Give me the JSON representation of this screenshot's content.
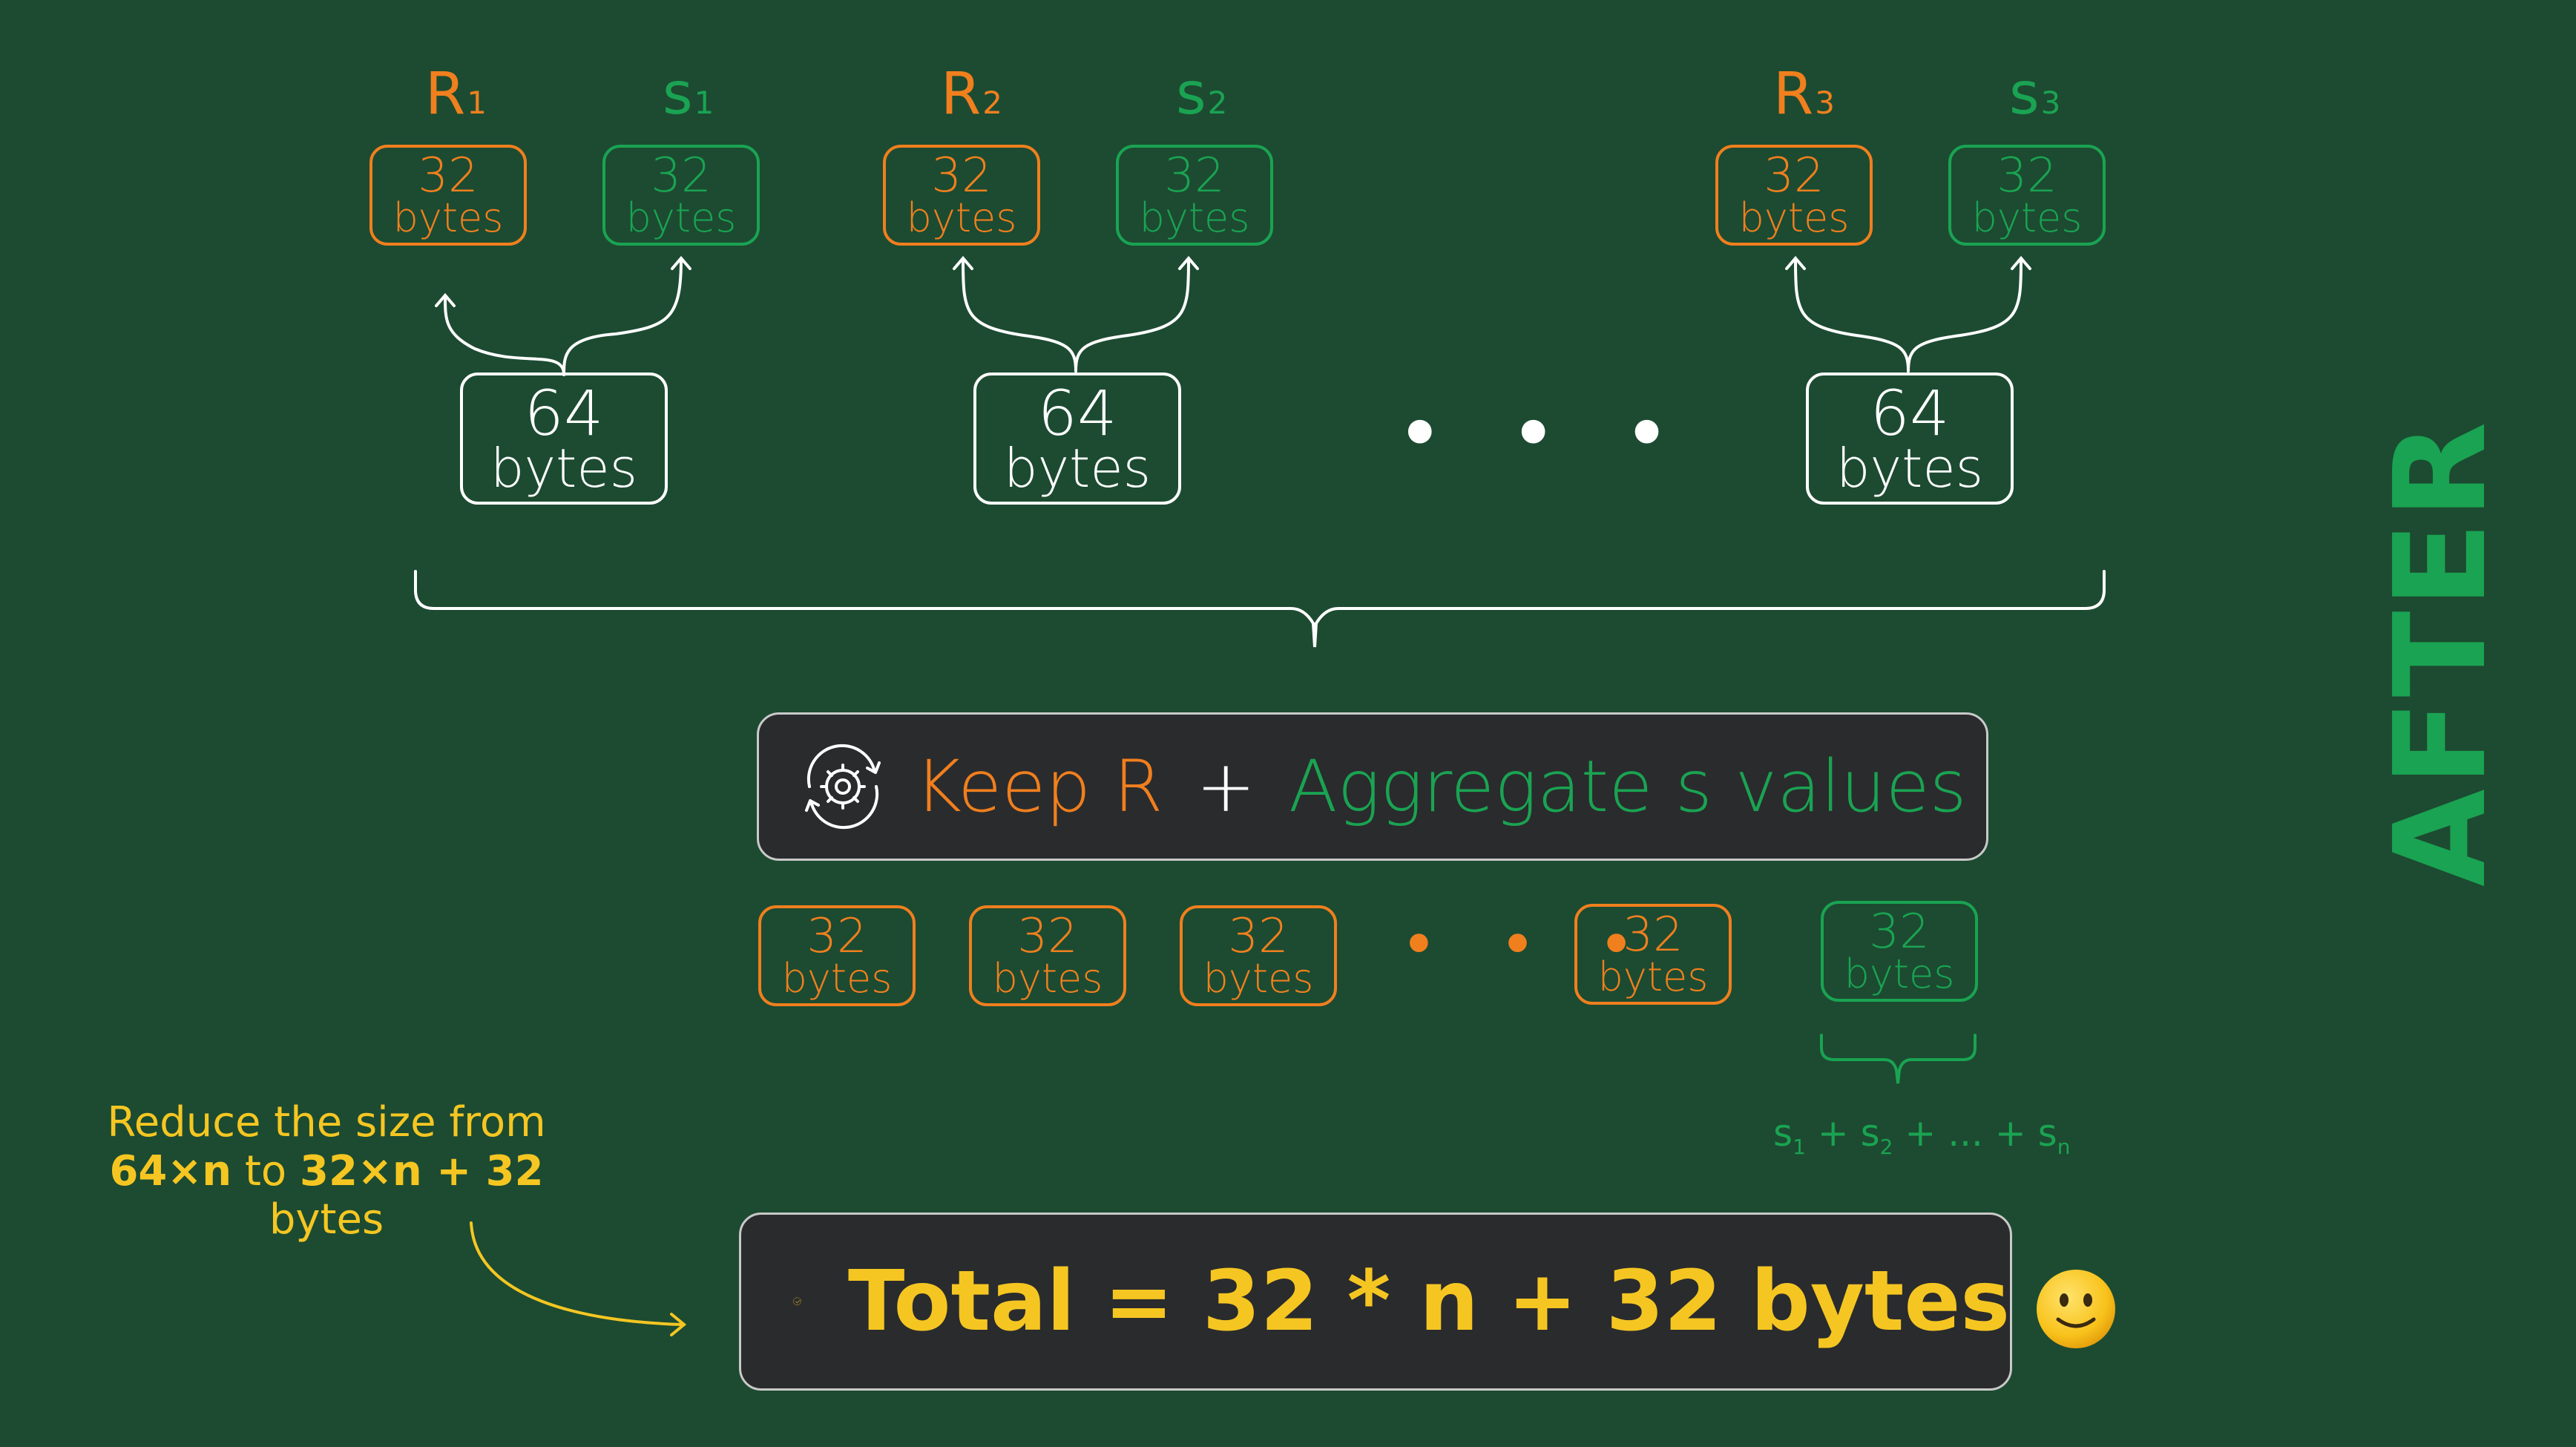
{
  "pairs": [
    {
      "r_label": "R",
      "r_index": "1",
      "s_label": "s",
      "s_index": "1"
    },
    {
      "r_label": "R",
      "r_index": "2",
      "s_label": "s",
      "s_index": "2"
    },
    {
      "r_label": "R",
      "r_index": "3",
      "s_label": "s",
      "s_index": "3"
    }
  ],
  "small_box": {
    "num": "32",
    "unit": "bytes"
  },
  "big_box": {
    "num": "64",
    "unit": "bytes"
  },
  "ellipsis": "• • •",
  "keep_panel": {
    "keep": "Keep R",
    "plus": "+",
    "aggregate": "Aggregate s values"
  },
  "sum_label": {
    "s": "s",
    "i1": "1",
    "i2": "2",
    "plus": "+",
    "dots": "...",
    "n": "n"
  },
  "note": {
    "line1": "Reduce the size from",
    "a": "64×n",
    "to": "to",
    "b": "32×n + 32",
    "unit": "bytes"
  },
  "total": {
    "text": "Total = 32 * n + 32 bytes"
  },
  "side_label": "AFTER",
  "emoji": "🙂",
  "colors": {
    "background": "#1c4b31",
    "r": "#f07f1e",
    "s": "#1aa352",
    "highlight": "#f5c622",
    "panel": "#2a2b2d"
  },
  "icons": {
    "keep": "refresh-gear-icon",
    "total": "check-circle-icon"
  }
}
